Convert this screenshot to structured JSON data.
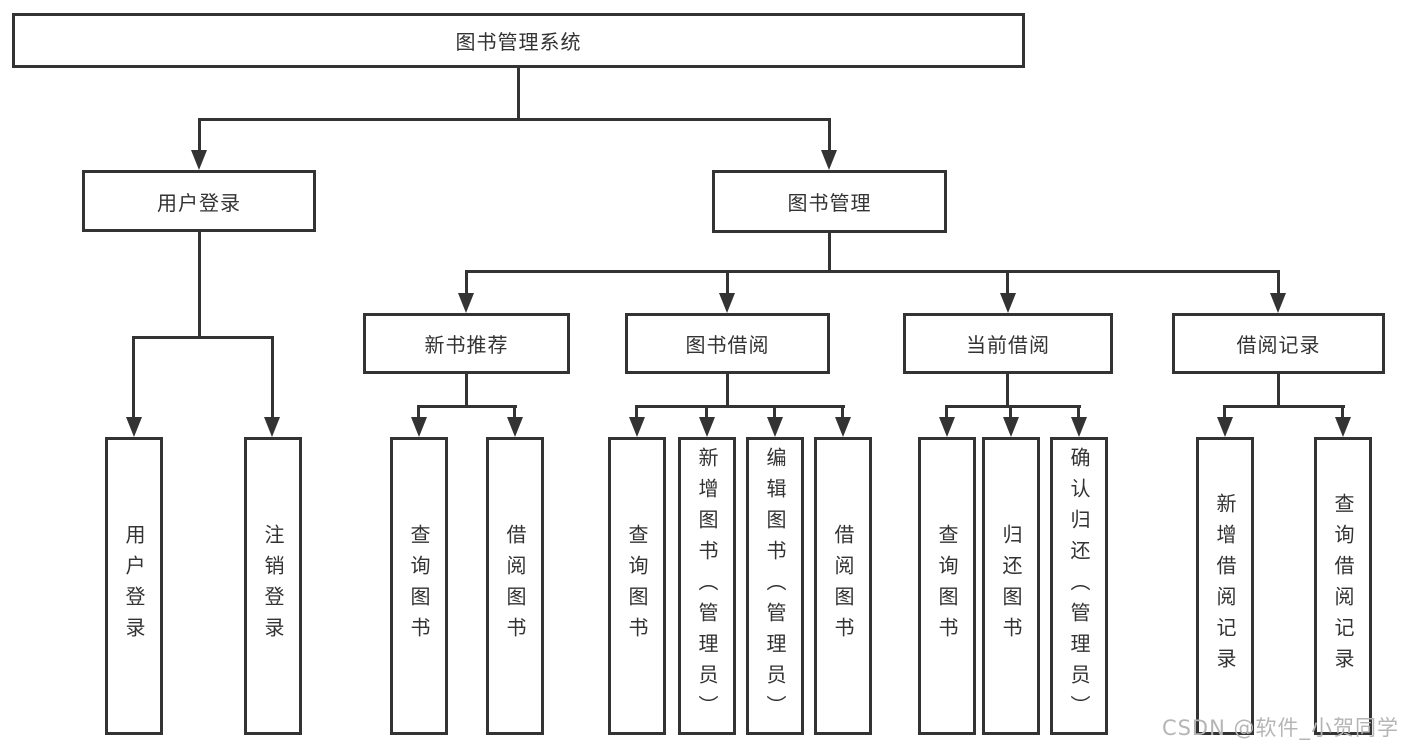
{
  "diagram": {
    "tree": {
      "root": {
        "label": "图书管理系统"
      },
      "branches": [
        {
          "label": "用户登录",
          "leaves": [
            {
              "label": "用户登录"
            },
            {
              "label": "注销登录"
            }
          ]
        },
        {
          "label": "图书管理",
          "sections": [
            {
              "label": "新书推荐",
              "leaves": [
                {
                  "label": "查询图书"
                },
                {
                  "label": "借阅图书"
                }
              ]
            },
            {
              "label": "图书借阅",
              "leaves": [
                {
                  "label": "查询图书"
                },
                {
                  "label": "新增图书（管理员）"
                },
                {
                  "label": "编辑图书（管理员）"
                },
                {
                  "label": "借阅图书"
                }
              ]
            },
            {
              "label": "当前借阅",
              "leaves": [
                {
                  "label": "查询图书"
                },
                {
                  "label": "归还图书"
                },
                {
                  "label": "确认归还（管理员）"
                }
              ]
            },
            {
              "label": "借阅记录",
              "leaves": [
                {
                  "label": "新增借阅记录"
                },
                {
                  "label": "查询借阅记录"
                }
              ]
            }
          ]
        }
      ]
    },
    "watermark": "CSDN @软件_小贺同学",
    "colors": {
      "line": "#333333",
      "text": "#333333",
      "watermark": "#b5b5b5",
      "background": "#ffffff"
    }
  }
}
